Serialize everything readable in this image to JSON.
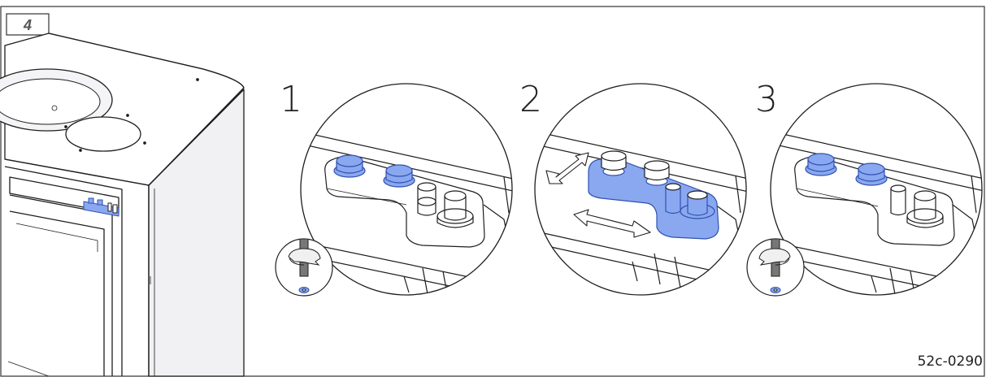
{
  "figure": {
    "step_badge": "4",
    "steps": [
      {
        "number": "1"
      },
      {
        "number": "2"
      },
      {
        "number": "3"
      }
    ],
    "reference_code": "52c-0290"
  },
  "colors": {
    "highlight_fill": "#8aa8f0",
    "highlight_stroke": "#3050b0",
    "line": "#1e1e1e",
    "panel_gray": "#f1f1f3"
  }
}
